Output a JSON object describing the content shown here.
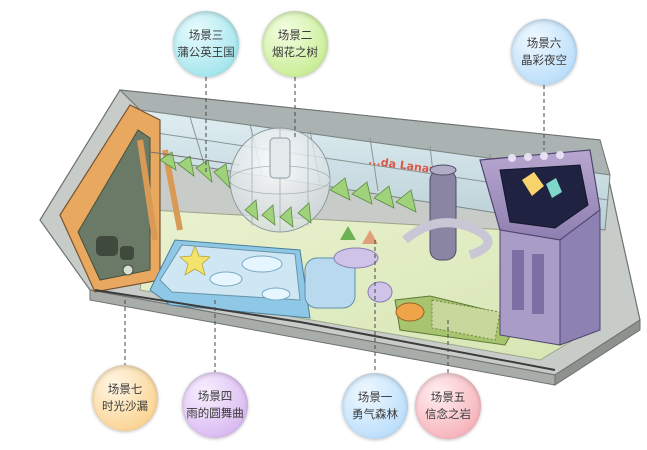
{
  "scenes": {
    "s1": {
      "number": "场景一",
      "name": "勇气森林",
      "color": "#bfe0fb"
    },
    "s2": {
      "number": "场景二",
      "name": "烟花之树",
      "color": "#cdef9d"
    },
    "s3": {
      "number": "场景三",
      "name": "蒲公英王国",
      "color": "#a9e7ee"
    },
    "s4": {
      "number": "场景四",
      "name": "雨的圆舞曲",
      "color": "#dcbef2"
    },
    "s5": {
      "number": "场景五",
      "name": "信念之岩",
      "color": "#f7b8c0"
    },
    "s6": {
      "number": "场景六",
      "name": "晶彩夜空",
      "color": "#bfe0fb"
    },
    "s7": {
      "number": "场景七",
      "name": "时光沙漏",
      "color": "#fbd79a"
    }
  },
  "sign_text": "...da Lanavi..."
}
